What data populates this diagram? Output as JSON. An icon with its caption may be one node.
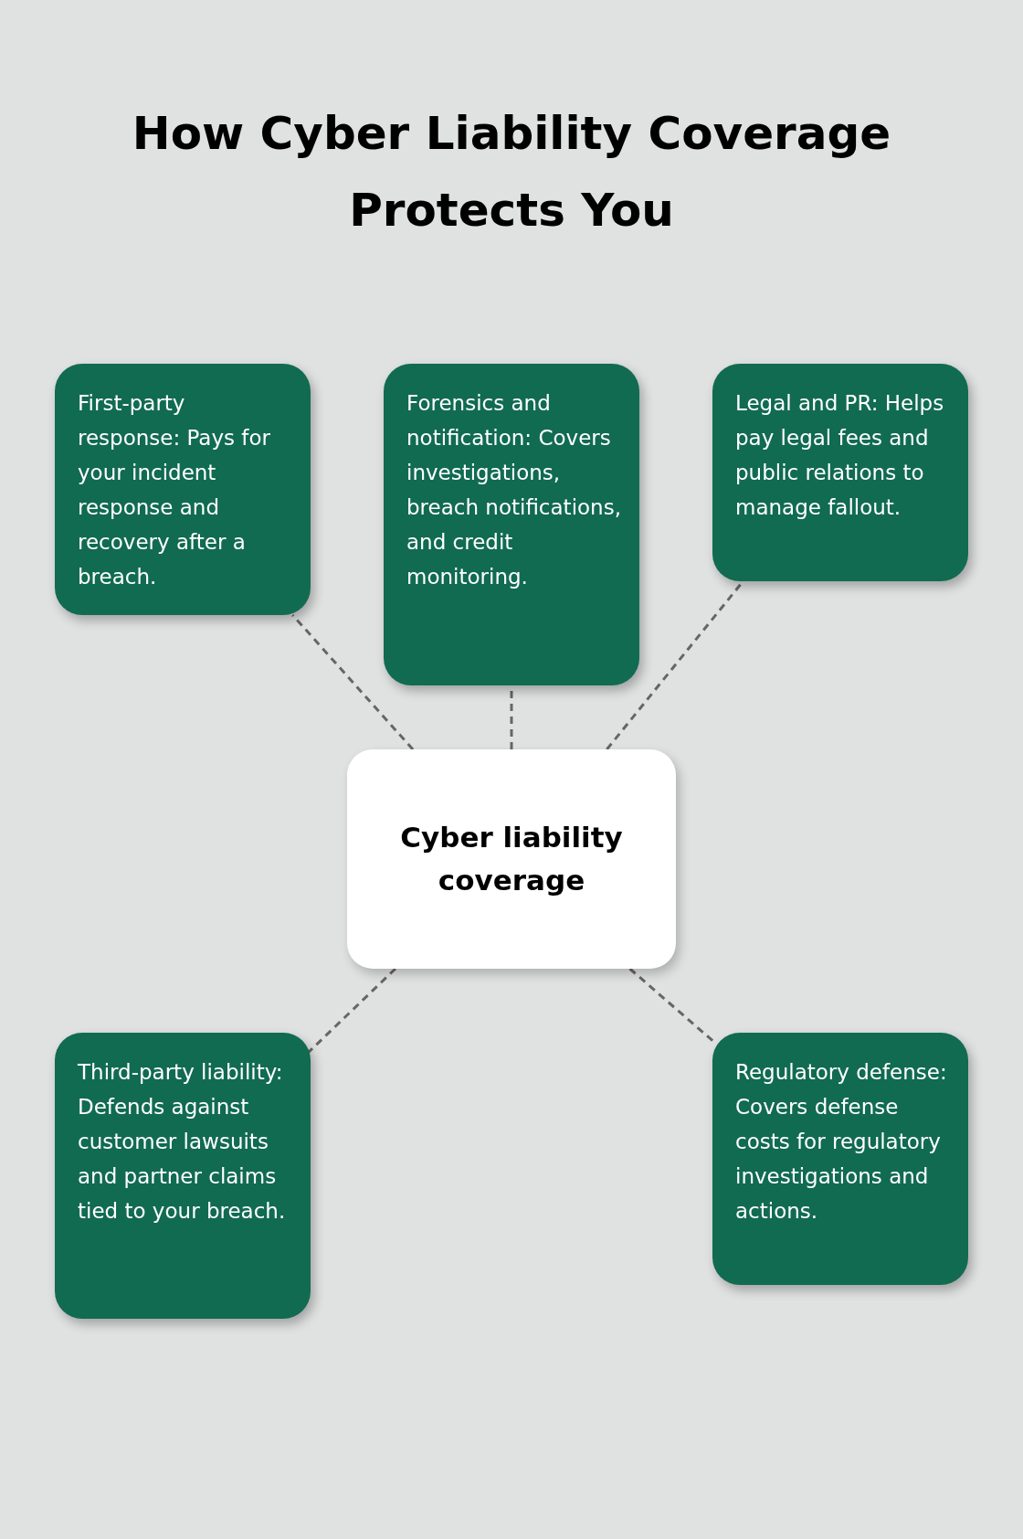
{
  "diagram": {
    "title": "How Cyber Liability Coverage Protects You",
    "nodes": [
      {
        "text": [
          "First-party response: Pays for your incident response and recovery after a breach."
        ]
      },
      {
        "text": [
          "Forensics and notification: Covers investigations, breach notifications, and credit monitoring."
        ]
      },
      {
        "text": [
          "Legal and PR: Helps pay legal fees and public relations to manage fallout."
        ]
      },
      {
        "text": [
          "Cyber liability coverage"
        ]
      },
      {
        "text": [
          "Third-party liability: Defends against customer lawsuits and partner claims tied to your breach."
        ]
      },
      {
        "text": [
          "Regulatory defense: Covers defense costs for regulatory investigations and actions."
        ]
      }
    ],
    "edges": [
      {
        "from": 3,
        "to": 0,
        "arrow": "none",
        "style": "dashed"
      },
      {
        "from": 3,
        "to": 1,
        "arrow": "none",
        "style": "dashed"
      },
      {
        "from": 3,
        "to": 2,
        "arrow": "none",
        "style": "dashed"
      },
      {
        "from": 3,
        "to": 4,
        "arrow": "none",
        "style": "dashed"
      },
      {
        "from": 3,
        "to": 5,
        "arrow": "none",
        "style": "dashed"
      }
    ]
  }
}
